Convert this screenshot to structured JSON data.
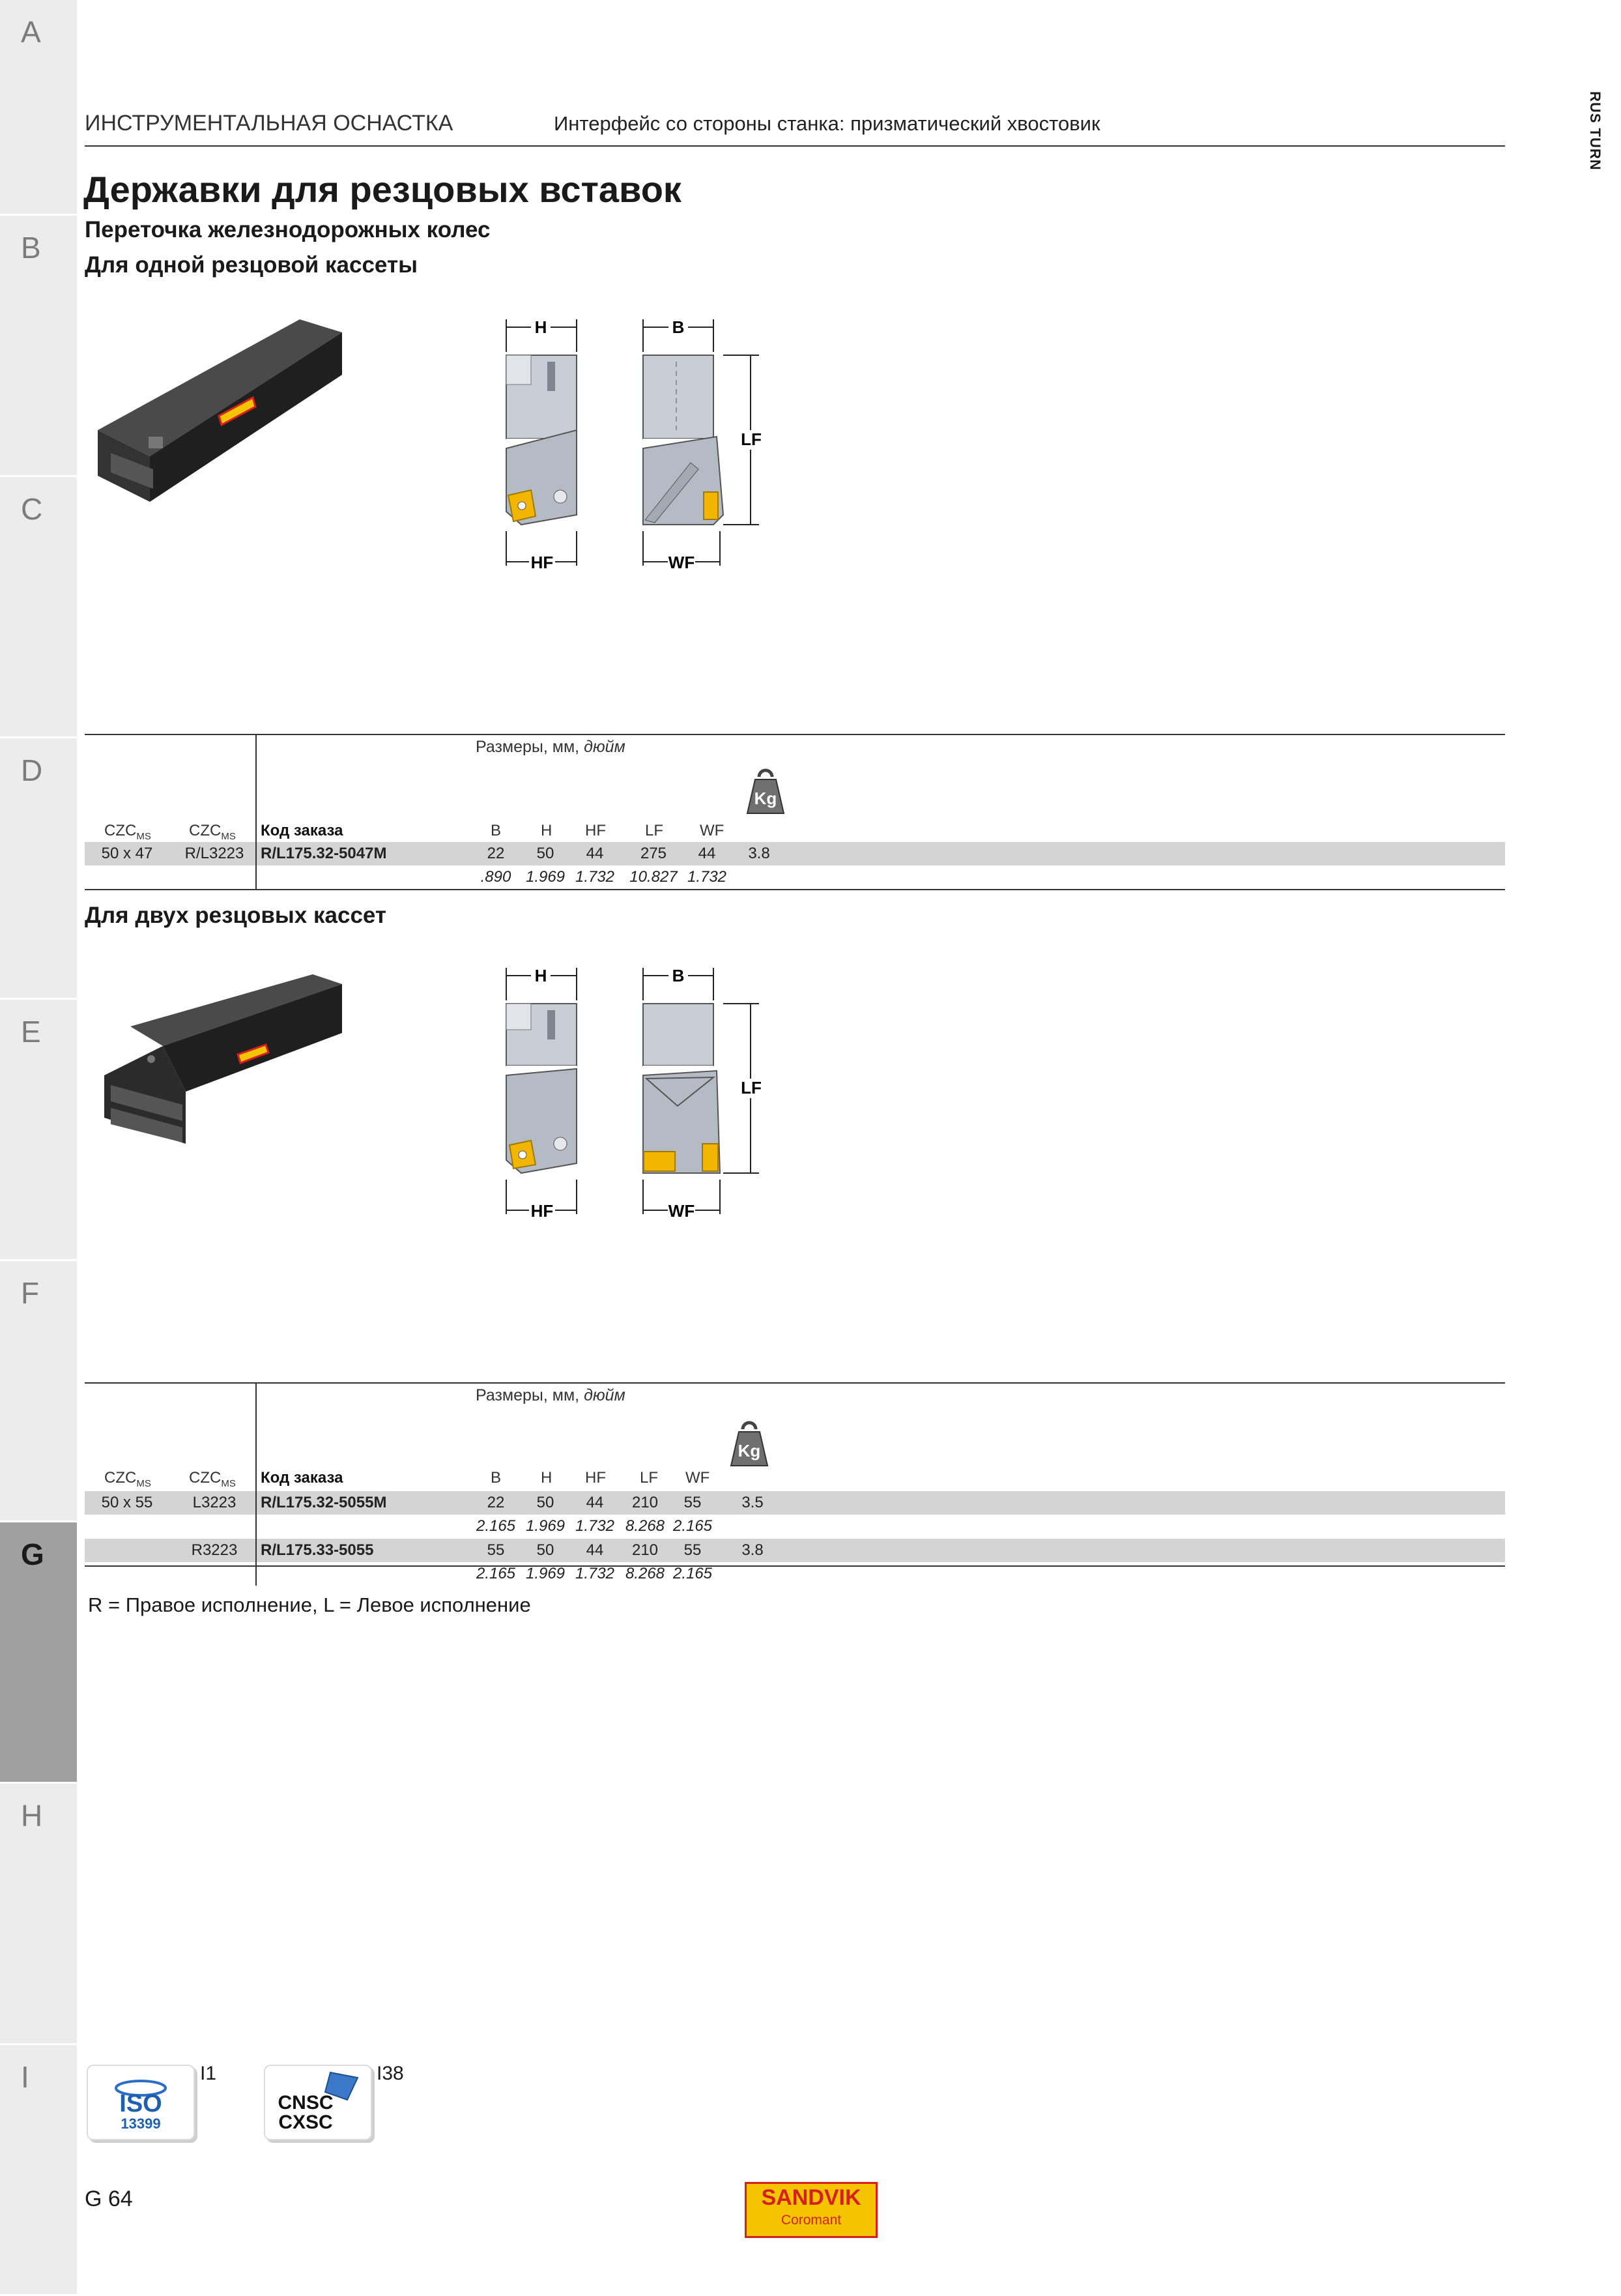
{
  "tabs": [
    {
      "letter": "A",
      "active": false
    },
    {
      "letter": "B",
      "active": false
    },
    {
      "letter": "C",
      "active": false
    },
    {
      "letter": "D",
      "active": false
    },
    {
      "letter": "E",
      "active": false
    },
    {
      "letter": "F",
      "active": false
    },
    {
      "letter": "G",
      "active": true
    },
    {
      "letter": "H",
      "active": false
    },
    {
      "letter": "I",
      "active": false
    }
  ],
  "header": {
    "left": "ИНСТРУМЕНТАЛЬНАЯ ОСНАСТКА",
    "right": "Интерфейс со стороны станка: призматический хвостовик",
    "side_label": "RUS TURN"
  },
  "title": "Державки для резцовых вставок",
  "subtitle1": "Переточка железнодорожных колес",
  "section1": "Для одной резцовой кассеты",
  "section2": "Для двух резцовых кассет",
  "drawing_labels": {
    "H": "H",
    "B": "B",
    "LF": "LF",
    "HF": "HF",
    "WF": "WF"
  },
  "table_headers": {
    "dims_title": "Размеры, мм,",
    "dims_unit": "дюйм",
    "czc1": "CZC",
    "czc1_sub": "MS",
    "czc2": "CZC",
    "czc2_sub": "MS",
    "order_code": "Код заказа",
    "B": "B",
    "H": "H",
    "HF": "HF",
    "LF": "LF",
    "WF": "WF",
    "kg": "Kg"
  },
  "table1": [
    {
      "czc1": "50 x 47",
      "czc2": "R/L3223",
      "code": "R/L175.32-5047M",
      "B": "22",
      "H": "50",
      "HF": "44",
      "LF": "275",
      "WF": "44",
      "kg": "3.8",
      "inch": {
        "B": ".890",
        "H": "1.969",
        "HF": "1.732",
        "LF": "10.827",
        "WF": "1.732"
      }
    }
  ],
  "table2": [
    {
      "czc1": "50 x 55",
      "czc2": "L3223",
      "code": "R/L175.32-5055M",
      "B": "22",
      "H": "50",
      "HF": "44",
      "LF": "210",
      "WF": "55",
      "kg": "3.5",
      "inch": {
        "B": "2.165",
        "H": "1.969",
        "HF": "1.732",
        "LF": "8.268",
        "WF": "2.165"
      }
    },
    {
      "czc1": "",
      "czc2": "R3223",
      "code": "R/L175.33-5055",
      "B": "55",
      "H": "50",
      "HF": "44",
      "LF": "210",
      "WF": "55",
      "kg": "3.8",
      "inch": {
        "B": "2.165",
        "H": "1.969",
        "HF": "1.732",
        "LF": "8.268",
        "WF": "2.165"
      }
    }
  ],
  "note": "R = Правое исполнение, L = Левое исполнение",
  "footer": {
    "iso_text": "ISO",
    "iso_num": "13399",
    "ref1": "I1",
    "cnsc": "CNSC",
    "cxsc": "CXSC",
    "ref2": "I38",
    "page": "G 64",
    "brand": "SANDVIK",
    "brand_sub": "Coromant"
  },
  "colors": {
    "accent_tab": "#a0a0a0",
    "tab": "#ececec",
    "row_shade": "#d4d4d4",
    "insert": "#f2b600",
    "logo_bg": "#f5c400",
    "logo_red": "#d61f1f"
  }
}
